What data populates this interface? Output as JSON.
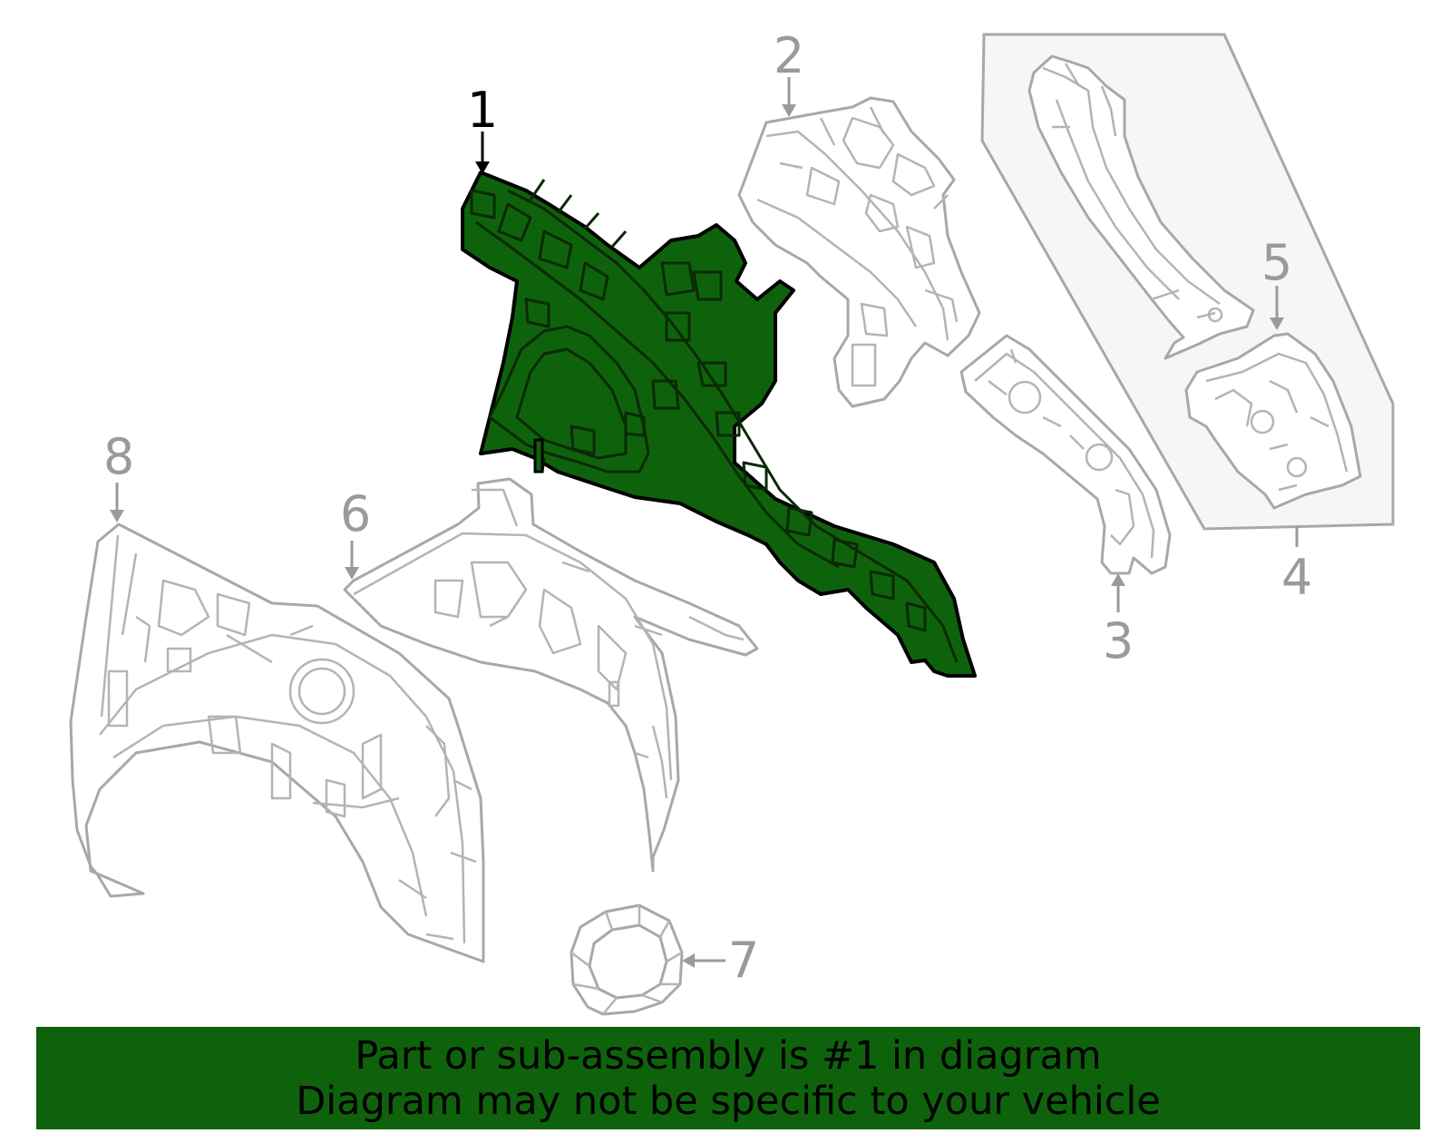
{
  "diagram": {
    "callouts": [
      "1",
      "2",
      "3",
      "4",
      "5",
      "6",
      "7",
      "8"
    ],
    "highlighted_callout": "1",
    "colors": {
      "highlight_fill": "#0f620c",
      "banner_fill": "#0f620c",
      "outline": "#a8a8a8",
      "callout_text": "#9a9a9a",
      "active_callout_text": "#000000",
      "group_box_fill": "#f6f6f6"
    }
  },
  "banner": {
    "line1": "Part or sub-assembly is #1 in diagram",
    "line2": "Diagram may not be specific to your vehicle"
  }
}
